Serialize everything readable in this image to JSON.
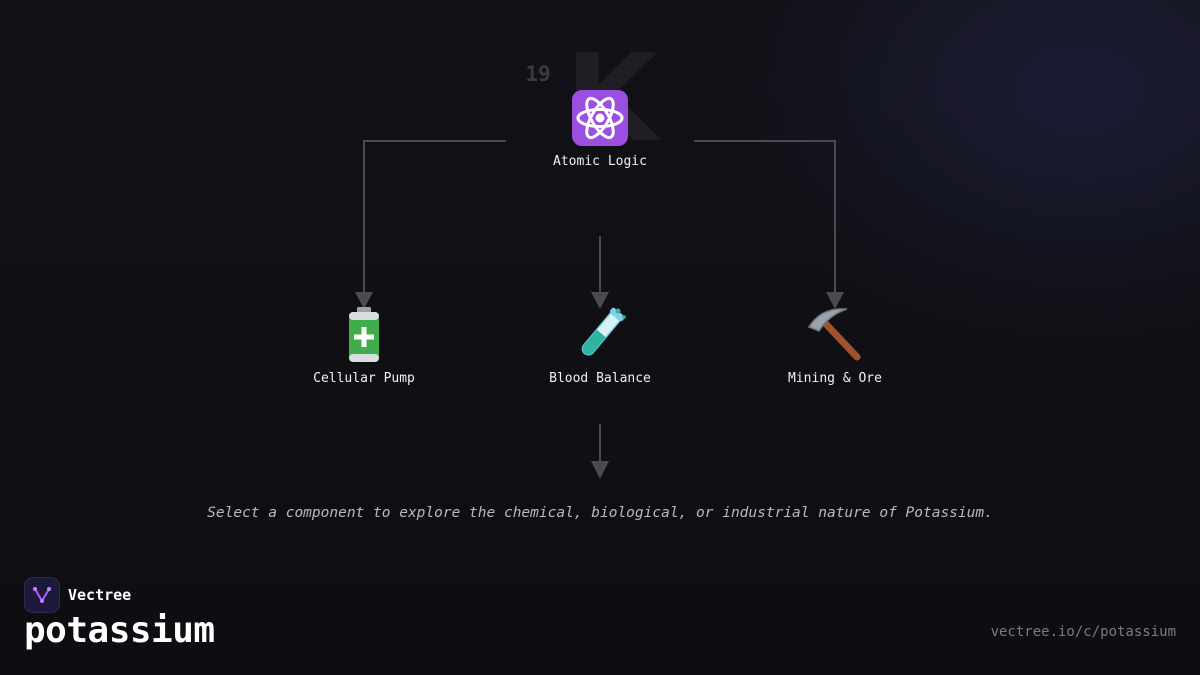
{
  "element": {
    "symbol": "K",
    "atomic_number": "19"
  },
  "root": {
    "label": "Atomic Logic",
    "icon": "atom-icon"
  },
  "children": [
    {
      "label": "Cellular Pump",
      "icon": "battery-icon"
    },
    {
      "label": "Blood Balance",
      "icon": "test-tube-icon"
    },
    {
      "label": "Mining & Ore",
      "icon": "pickaxe-icon"
    }
  ],
  "caption": "Select a component to explore the chemical, biological, or industrial nature of Potassium.",
  "brand": {
    "name": "Vectree",
    "logo_icon": "vectree-logo-icon"
  },
  "topic": "potassium",
  "url": "vectree.io/c/potassium",
  "colors": {
    "connector": "#4a4a50",
    "accent": "#a855f7",
    "background": "#111116"
  }
}
